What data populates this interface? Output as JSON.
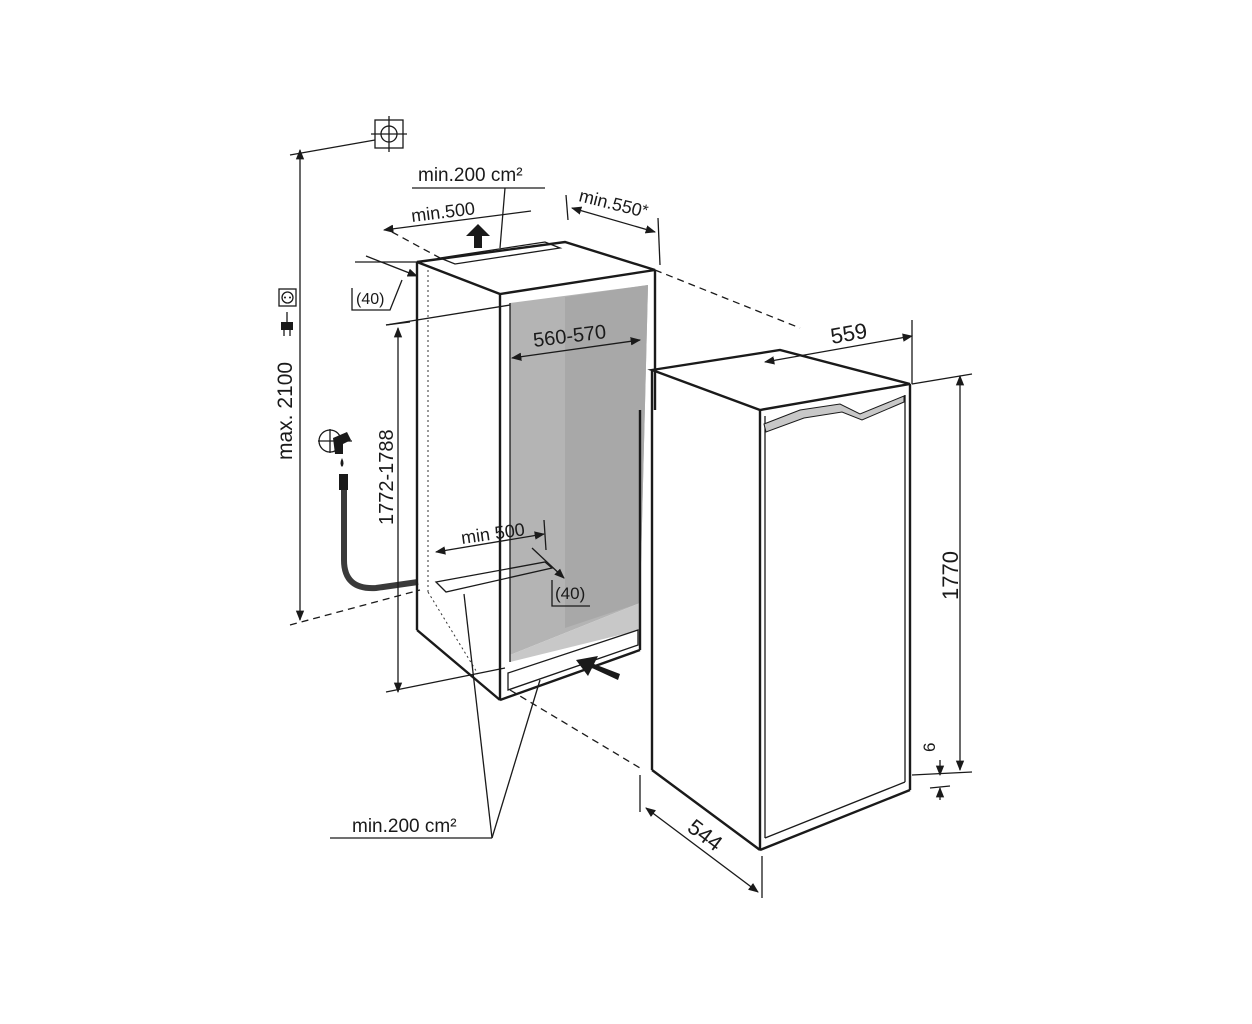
{
  "labels": {
    "vent_top": "min.200 cm²",
    "top_min500": "min.500",
    "top_min550": "min.550",
    "top_asterisk": "*",
    "offset_top": "(40)",
    "niche_width": "560-570",
    "niche_height": "1772-1788",
    "max_height": "max. 2100",
    "bottom_min500": "min 500",
    "offset_bottom": "(40)",
    "vent_bottom": "min.200 cm²",
    "appliance_width": "559",
    "appliance_height": "1770",
    "appliance_depth": "544",
    "plinth_gap": "6"
  },
  "icons": {
    "ceiling": "ceiling-mount-symbol",
    "socket": "power-socket-icon",
    "plug": "power-plug-icon",
    "water": "water-tap-icon"
  },
  "colors": {
    "line": "#1a1a1a",
    "cabinet_interior": "#b4b4b4",
    "cabinet_interior_side": "#c8c8c8",
    "vent": "#d0d0d0",
    "hose": "#3a3a3a"
  }
}
